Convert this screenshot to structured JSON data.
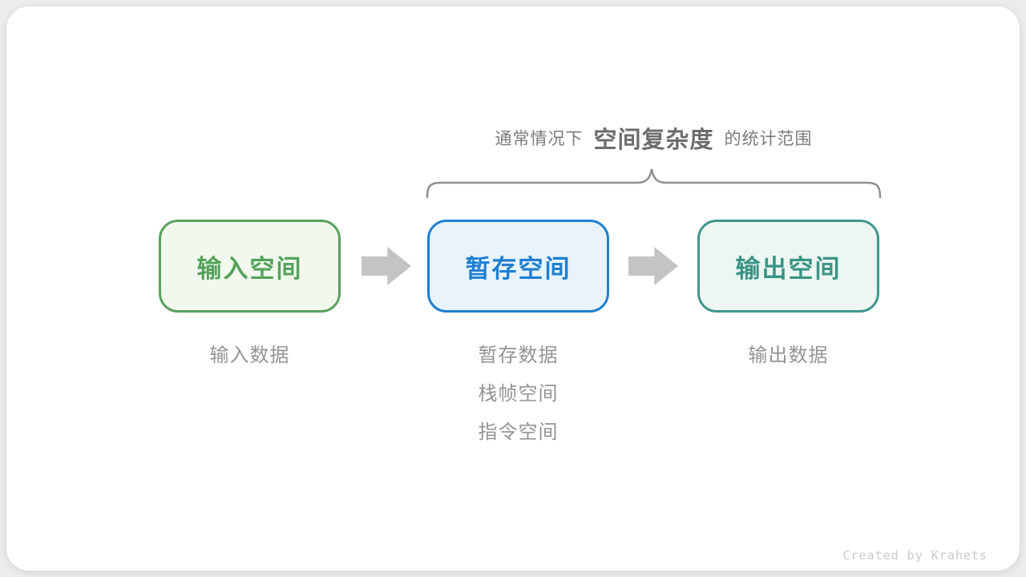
{
  "page": {
    "background_color": "#ececec",
    "card_color": "#ffffff"
  },
  "title": {
    "prefix": "通常情况下",
    "highlight": "空间复杂度",
    "suffix": "的统计范围",
    "text_color": "#7b7b7b",
    "highlight_color": "#6d6d6d"
  },
  "brace": {
    "color": "#8f8f8f",
    "spans_boxes": [
      "暂存空间",
      "输出空间"
    ]
  },
  "boxes": [
    {
      "label": "输入空间",
      "border_color": "#5ca05e",
      "fill_color": "#f1f8ee",
      "text_color": "#54a35b",
      "sublabels": [
        "输入数据"
      ]
    },
    {
      "label": "暂存空间",
      "border_color": "#1f7fd1",
      "fill_color": "#e8f3fc",
      "text_color": "#1f7fd1",
      "sublabels": [
        "暂存数据",
        "栈帧空间",
        "指令空间"
      ]
    },
    {
      "label": "输出空间",
      "border_color": "#40968e",
      "fill_color": "#edf6f1",
      "text_color": "#3a9486",
      "sublabels": [
        "输出数据"
      ]
    }
  ],
  "arrows": {
    "color": "#c4c4c4",
    "icon": "arrow-right-icon"
  },
  "sublabel_color": "#949494",
  "footer": {
    "credit": "Created by Krahets"
  }
}
